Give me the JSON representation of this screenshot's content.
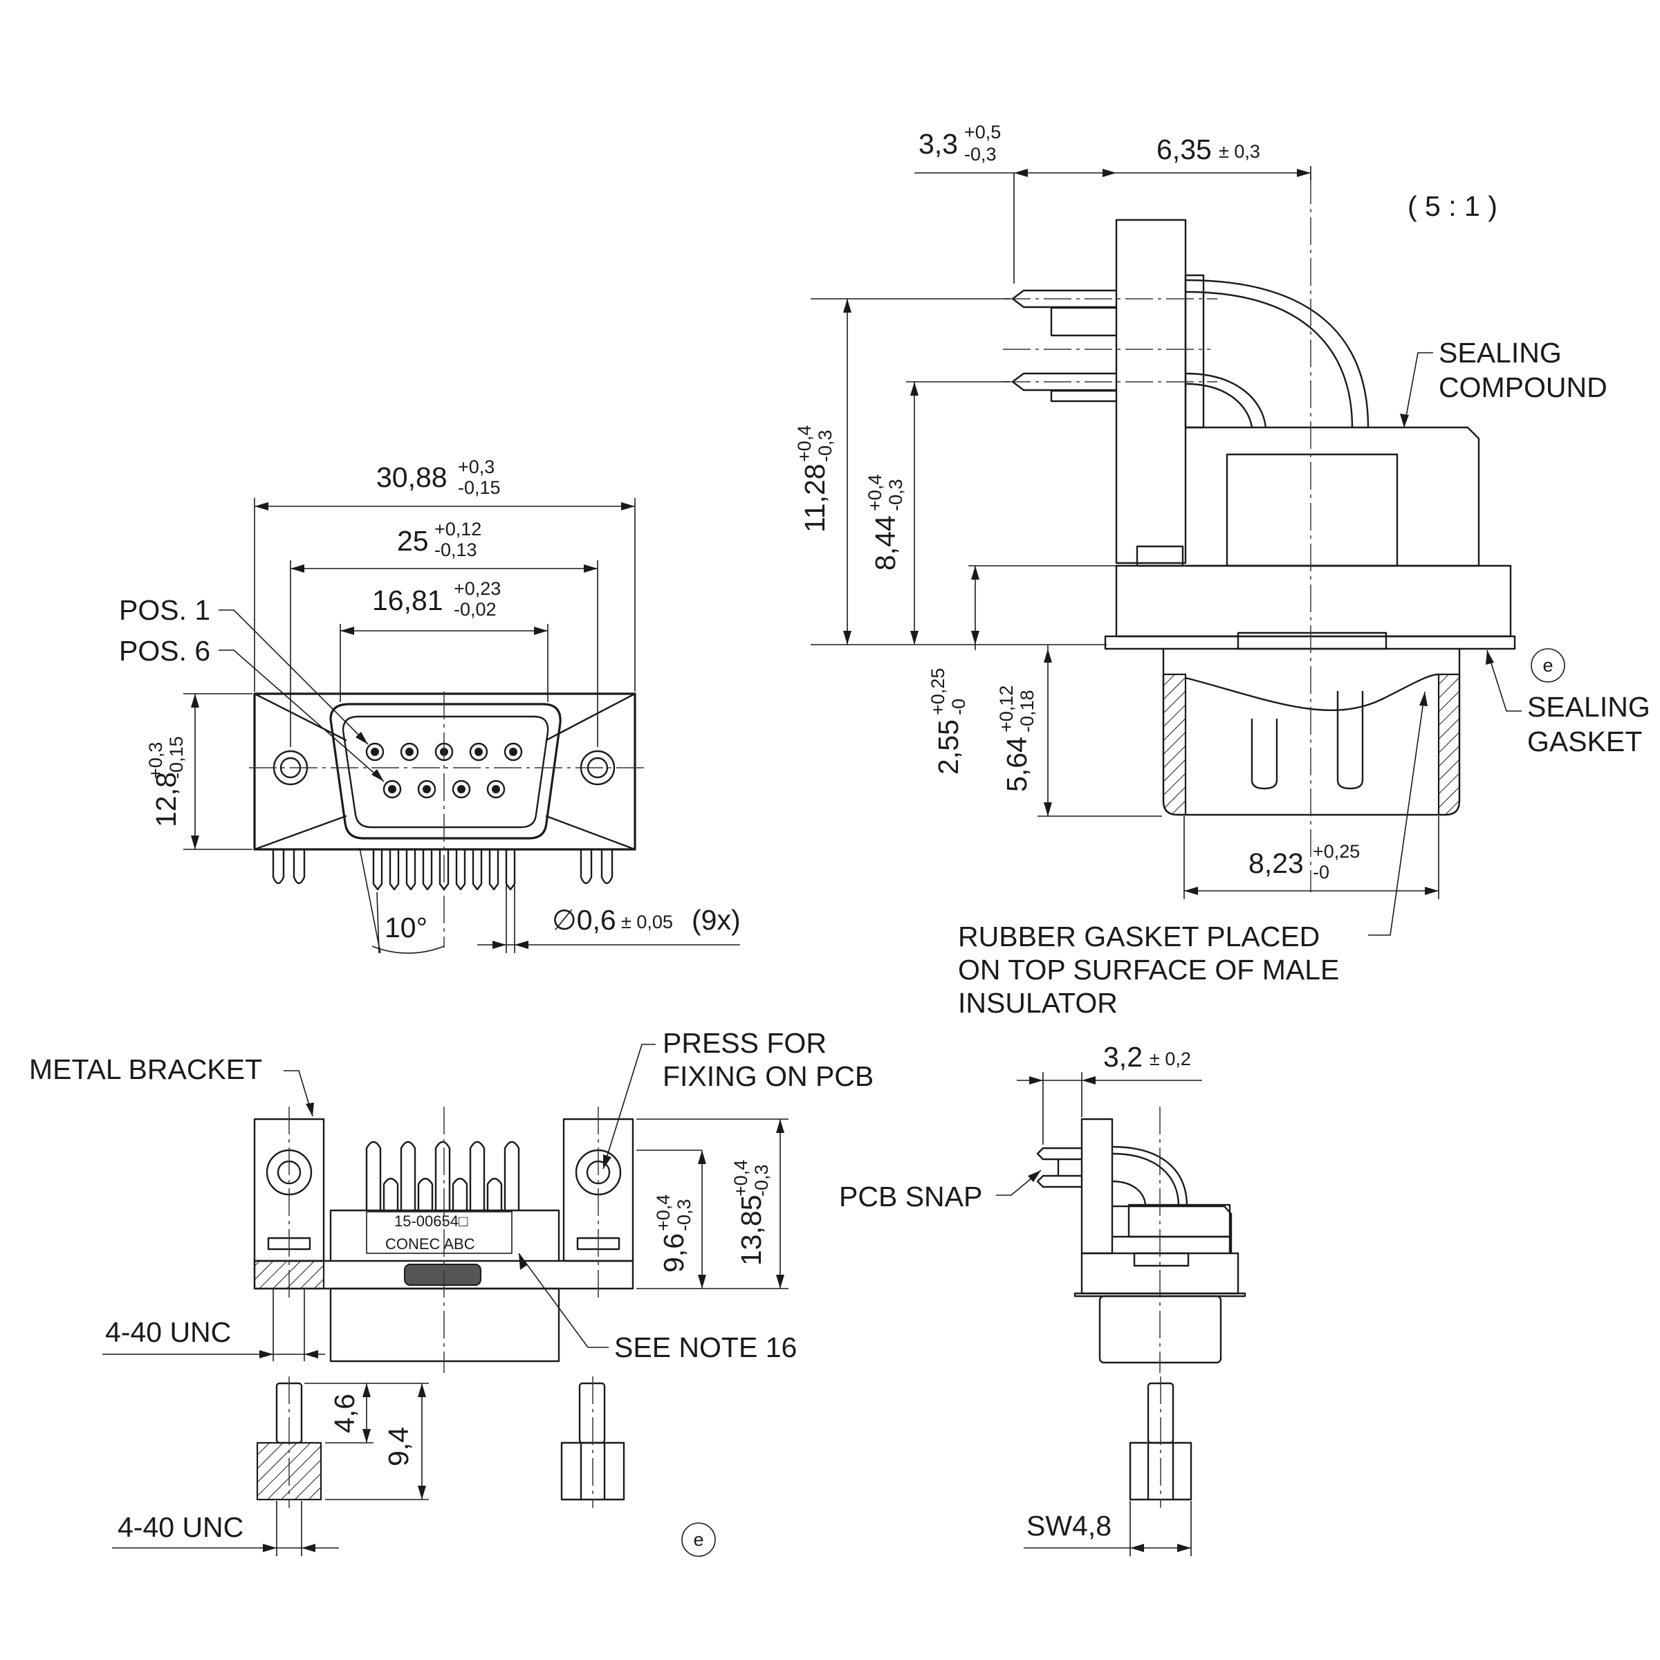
{
  "scale": "( 5 : 1 )",
  "revision_mark": "e",
  "front_view": {
    "width_total": {
      "value": "30,88",
      "tol_upper": "+0,3",
      "tol_lower": "-0,15"
    },
    "hole_spacing": {
      "value": "25",
      "tol_upper": "+0,12",
      "tol_lower": "-0,13"
    },
    "pin_span": {
      "value": "16,81",
      "tol_upper": "+0,23",
      "tol_lower": "-0,02"
    },
    "height": {
      "value": "12,8",
      "tol_upper": "+0,3",
      "tol_lower": "-0,15"
    },
    "pos1_label": "POS. 1",
    "pos6_label": "POS. 6",
    "angle_label": "10°",
    "pin_diameter": {
      "value": "∅0,6",
      "tol": "± 0,05",
      "count": "(9x)"
    }
  },
  "side_view": {
    "pin_protrusion": {
      "value": "3,3",
      "tol_upper": "+0,5",
      "tol_lower": "-0,3"
    },
    "depth": {
      "value": "6,35",
      "tol": "± 0,3"
    },
    "row1_height": {
      "value": "11,28",
      "tol_upper": "+0,4",
      "tol_lower": "-0,3"
    },
    "row2_height": {
      "value": "8,44",
      "tol_upper": "+0,4",
      "tol_lower": "-0,3"
    },
    "flange_height": {
      "value": "2,55",
      "tol_upper": "+0,25",
      "tol_lower": "-0"
    },
    "shell_height": {
      "value": "5,64",
      "tol_upper": "+0,12",
      "tol_lower": "-0,18"
    },
    "shell_width": {
      "value": "8,23",
      "tol_upper": "+0,25",
      "tol_lower": "-0"
    },
    "sealing_compound": [
      "SEALING",
      "COMPOUND"
    ],
    "sealing_gasket": [
      "SEALING",
      "GASKET"
    ],
    "rubber_gasket_note": [
      "RUBBER GASKET PLACED",
      "ON TOP SURFACE OF MALE",
      "INSULATOR"
    ]
  },
  "bottom_view": {
    "metal_bracket": "METAL BRACKET",
    "press_note": [
      "PRESS  FOR",
      "FIXING ON PCB"
    ],
    "part_number": "15-00654□",
    "brand_line": "CONEC  ABC",
    "bracket_height": {
      "value": "9,6",
      "tol_upper": "+0,4",
      "tol_lower": "-0,3"
    },
    "total_height": {
      "value": "13,85",
      "tol_upper": "+0,4",
      "tol_lower": "-0,3"
    },
    "thread_top": "4-40 UNC",
    "thread_bottom": "4-40 UNC",
    "see_note": "SEE NOTE 16",
    "bolt_short": "4,6",
    "bolt_long": "9,4"
  },
  "small_side_view": {
    "snap_offset": {
      "value": "3,2",
      "tol": "± 0,2"
    },
    "pcb_snap": "PCB SNAP",
    "wrench_size": "SW4,8"
  }
}
